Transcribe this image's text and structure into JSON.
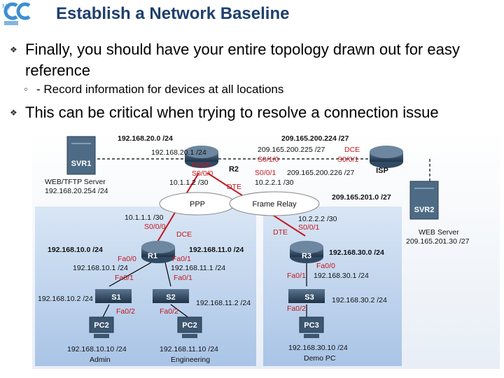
{
  "logo": {
    "text": "My",
    "letters": "CC"
  },
  "title": "Establish a Network Baseline",
  "bullets": [
    {
      "text": "Finally, you should have your entire topology drawn out for easy reference",
      "sub": "- Record information for devices at all locations"
    },
    {
      "text": "This can be critical when trying to resolve a connection issue"
    }
  ],
  "diagram": {
    "devices": {
      "svr1": "SVR1",
      "svr2": "SVR2",
      "r1": "R1",
      "r2": "R2",
      "r3": "R3",
      "isp": "ISP",
      "s1": "S1",
      "s2": "S2",
      "s3": "S3",
      "pc1": "PC2",
      "pc2": "PC2",
      "pc3": "PC3"
    },
    "clouds": {
      "ppp": "PPP",
      "fr": "Frame Relay"
    },
    "labels": {
      "net20": "192.168.20.0 /24",
      "net200_224": "209.165.200.224 /27",
      "r2fa00": "192.168.20.1 /24",
      "isp_s001": "209.165.200.225 /27",
      "r2_fa00": "Fa0/0",
      "r2_s001": "S0/1/0",
      "r2_s000": "S0/0/0",
      "r2_s01": "S0/0/1",
      "r2_dte": "DTE",
      "isp_dce": "DCE",
      "isp_s0": "S0/0/1",
      "r2ip": "209.165.200.226 /27",
      "svr1_role": "WEB/TFTP Server",
      "svr1_ip": "192.168.20.254 /24",
      "r2_10": "10.1.1.2 /30",
      "r2_102": "10.2.2.1 /30",
      "net201": "209.165.201.0 /27",
      "svr2_role": "WEB Server",
      "svr2_ip": "209.165.201.30 /27",
      "r1_ip10": "10.1.1.1 /30",
      "r1_s000": "S0/0/0",
      "r1_dce": "DCE",
      "r3_ip": "10.2.2.2 /30",
      "r3_dte": "DTE",
      "r3_s001": "S0/0/1",
      "net10": "192.168.10.0 /24",
      "net11": "192.168.11.0 /24",
      "net30": "192.168.30.0 /24",
      "r1_fa00": "Fa0/0",
      "r1_fa01": "Fa0/1",
      "r1_ip101": "192.168.10.1 /24",
      "r1_ip111": "192.168.11.1 /24",
      "s1_fa01": "Fa0/1",
      "s2_fa01": "Fa0/1",
      "r3_fa00": "Fa0/0",
      "r3_fa01": "Fa0/1",
      "r3_ip301": "192.168.30.1 /24",
      "s1_ip": "192.168.10.2 /24",
      "s2_ip": "192.168.11.2 /24",
      "s3_ip": "192.168.30.2 /24",
      "s1_fa02": "Fa0/2",
      "s2_fa02": "Fa0/2",
      "s3_fa02": "Fa0/2",
      "pc1_ip": "192.168.10.10 /24",
      "pc1_name": "Admin",
      "pc2_ip": "192.168.11.10 /24",
      "pc2_name": "Engineering",
      "pc3_ip": "192.168.30.10 /24",
      "pc3_name": "Demo PC"
    }
  }
}
